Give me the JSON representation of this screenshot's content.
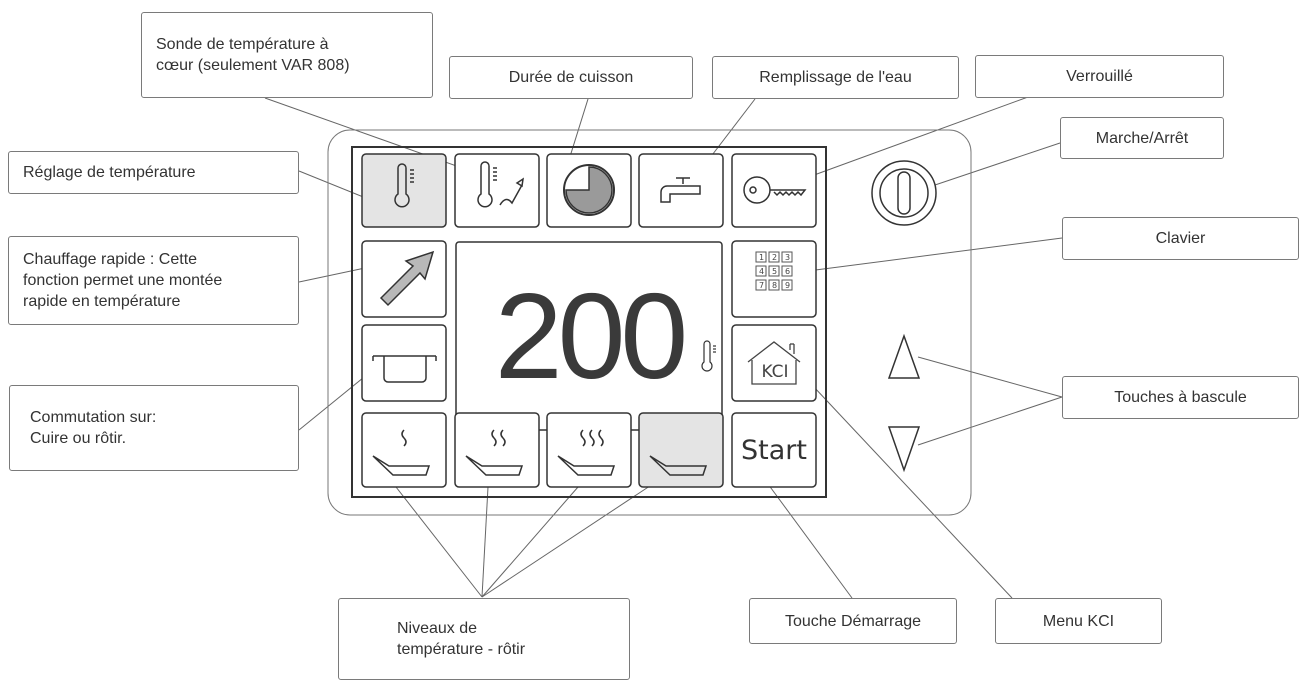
{
  "callouts": {
    "sonde": "Sonde de température à\ncœur (seulement VAR 808)",
    "duree": "Durée de cuisson",
    "remplissage": "Remplissage de l'eau",
    "verrouille": "Verrouillé",
    "marche": "Marche/Arrêt",
    "reglage": "Réglage de température",
    "chauffage": "Chauffage rapide : Cette\nfonction permet une montée\nrapide en température",
    "clavier": "Clavier",
    "touches": "Touches à bascule",
    "commutation": "Commutation sur:\nCuire ou rôtir.",
    "niveaux": "Niveaux de\ntempérature - rôtir",
    "demarrage": "Touche Démarrage",
    "menu_kci": "Menu KCI"
  },
  "display": {
    "temperature": "200"
  },
  "buttons": {
    "start": "Start",
    "kci": "KCI"
  },
  "keypad": [
    "1",
    "2",
    "3",
    "4",
    "5",
    "6",
    "7",
    "8",
    "9"
  ],
  "colors": {
    "line": "#555555",
    "active_fill": "#e4e4e4",
    "clock_fill": "#9a9a9a",
    "arrow_fill": "#b8b8b8"
  }
}
